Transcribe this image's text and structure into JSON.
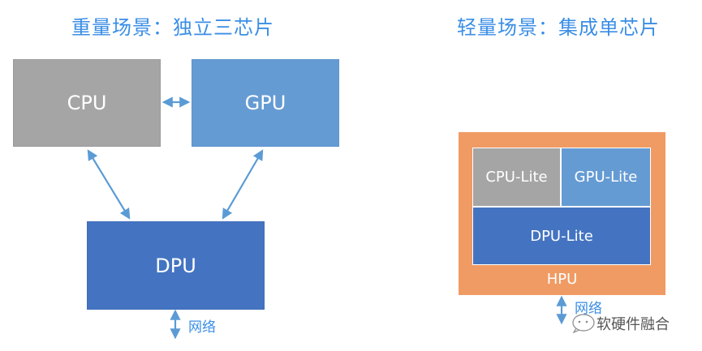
{
  "titles": {
    "left": "重量场景：独立三芯片",
    "right": "轻量场景：集成单芯片"
  },
  "heavy_scenario": {
    "cpu": "CPU",
    "gpu": "GPU",
    "dpu": "DPU",
    "network": "网络"
  },
  "light_scenario": {
    "container": "HPU",
    "cpu_lite": "CPU-Lite",
    "gpu_lite": "GPU-Lite",
    "dpu_lite": "DPU-Lite",
    "network": "网络"
  },
  "colors": {
    "title": "#3a8ee6",
    "cpu": "#a5a5a5",
    "gpu": "#659bd3",
    "dpu": "#4474c1",
    "hpu": "#f09b63",
    "arrow": "#5b9bd5"
  },
  "watermark": {
    "icon": "wechat-icon",
    "text": "软硬件融合"
  }
}
